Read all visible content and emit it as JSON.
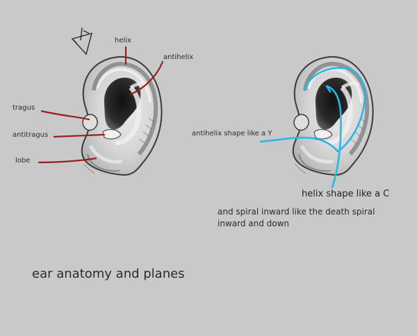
{
  "diagram": {
    "title": "ear anatomy and planes",
    "labels": {
      "helix": "helix",
      "antihelix": "antihelix",
      "tragus": "tragus",
      "antitragus": "antitragus",
      "lobe": "lobe"
    },
    "notes": {
      "antihelix_shape": "antihelix shape like a Y",
      "helix_shape": "helix shape like a C",
      "spiral_line1": "and spiral inward like the death spiral",
      "spiral_line2": "inward and down"
    },
    "colors": {
      "background": "#c9c9c9",
      "pointer_lines": "#9b1c1c",
      "spiral_lines": "#2ab7e6",
      "ear_shading": "#2a2a2a",
      "ear_highlight": "#f2f2f2"
    }
  }
}
